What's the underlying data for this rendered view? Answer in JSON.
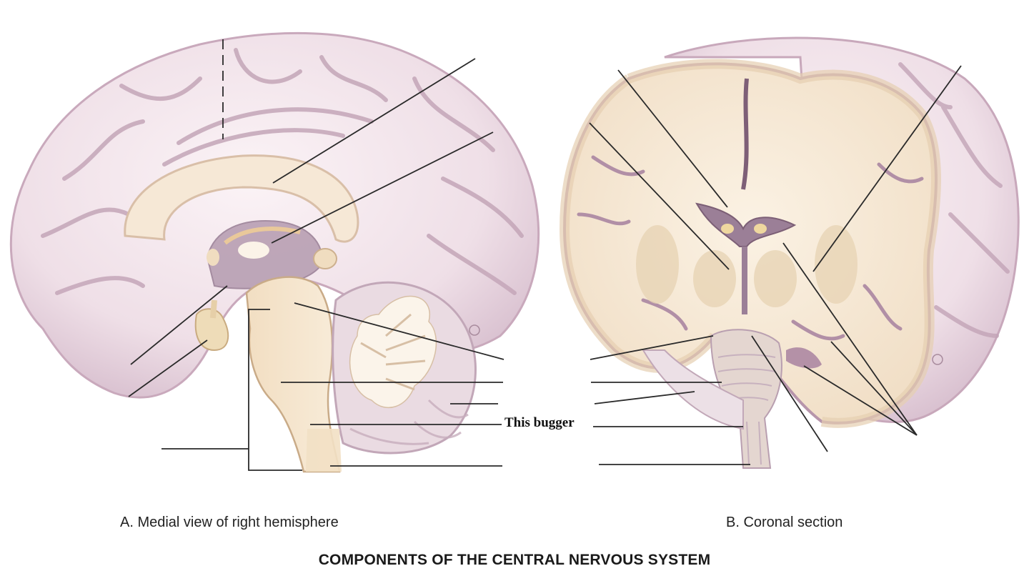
{
  "figure": {
    "title": "COMPONENTS OF THE CENTRAL NERVOUS SYSTEM",
    "panels": [
      {
        "id": "A",
        "caption": "A. Medial view of right hemisphere"
      },
      {
        "id": "B",
        "caption": "B. Coronal section"
      }
    ],
    "annotation": "This bugger",
    "colors": {
      "brain_surface": "#f1e4ea",
      "brain_sulcus": "#c6a9bb",
      "white_matter": "#f8ecdc",
      "grey_matter": "#e6d1b0",
      "ventricle": "#a78ea5",
      "leader_line": "#2a2a2a"
    }
  }
}
